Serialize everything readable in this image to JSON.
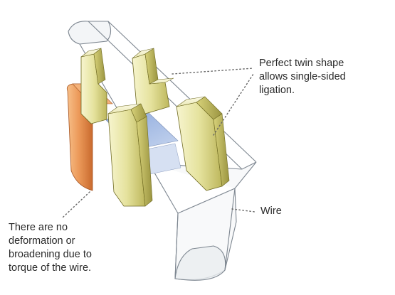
{
  "callouts": {
    "twin_shape": [
      "Perfect twin shape",
      "allows single-sided",
      "ligation."
    ],
    "no_deformation": [
      "There are no",
      "deformation or",
      "broadening due to",
      "torque of the wire."
    ],
    "wire": "Wire"
  },
  "colors": {
    "wing": "#e6e3a0",
    "wing_shade": "#c9c46a",
    "base_orange": "#ec9a5a",
    "slot_blue": "#a8c0e6",
    "wire_outline": "#7d8690",
    "leader_dots": "#666666"
  }
}
